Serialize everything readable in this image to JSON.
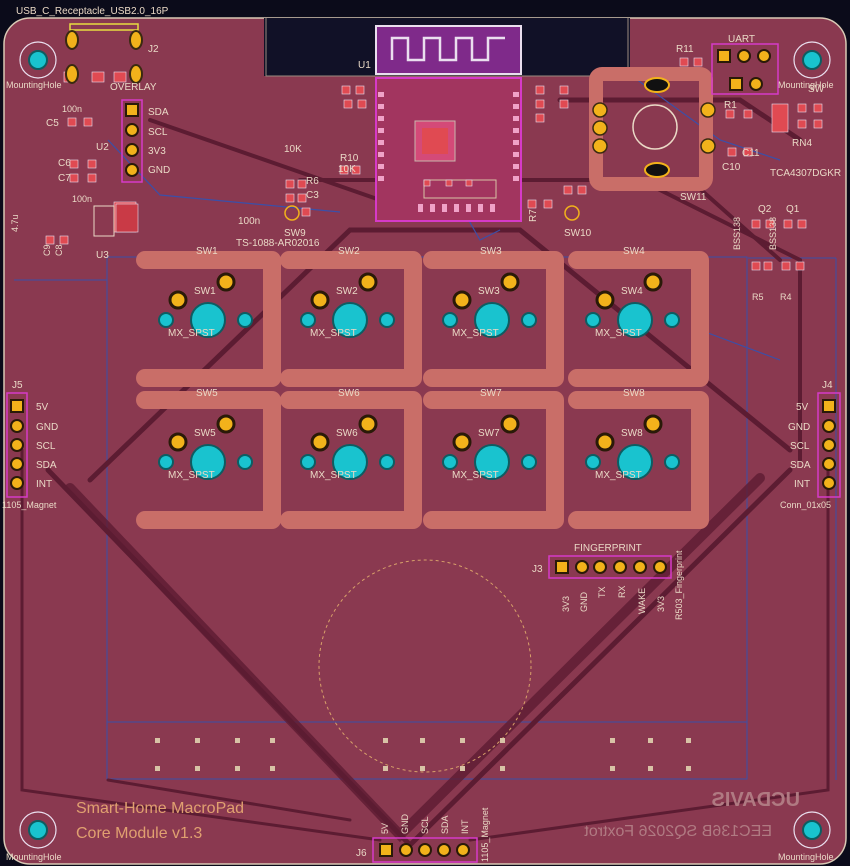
{
  "board": {
    "title_line1": "Smart-Home MacroPad",
    "title_line2": "Core Module v1.3",
    "logo_text": "UCDAVIS",
    "course_text": "EEC136B SQ2026 Foxtrot"
  },
  "top": {
    "usb_label": "USB_C_Receptacle_USB2.0_16P",
    "j2_ref": "J2",
    "u1_ref": "U1",
    "uart_label": "UART",
    "sw_top_right_ref": "SW",
    "overlay_label": "OVERLAY"
  },
  "mounting_hole": "MountingHole",
  "connectors": {
    "i2c_pins": [
      "SDA",
      "SCL",
      "3V3",
      "GND"
    ],
    "j5": {
      "ref": "J5",
      "pins": [
        "5V",
        "GND",
        "SCL",
        "SDA",
        "INT"
      ],
      "footprint": "1105_Magnet"
    },
    "j4": {
      "ref": "J4",
      "pins": [
        "5V",
        "GND",
        "SCL",
        "SDA",
        "INT"
      ],
      "footprint": "Conn_01x05"
    },
    "j3": {
      "ref": "J3",
      "title": "FINGERPRINT",
      "pins": [
        "3V3",
        "GND",
        "TX",
        "RX",
        "WAKE",
        "3V3"
      ],
      "footprint": "R503_Fingerprint"
    },
    "j6": {
      "ref": "J6",
      "pins": [
        "5V",
        "GND",
        "SCL",
        "SDA",
        "INT"
      ],
      "footprint": "1105_Magnet"
    }
  },
  "switches": [
    {
      "ref": "SW1",
      "fp": "MX_SPST"
    },
    {
      "ref": "SW2",
      "fp": "MX_SPST"
    },
    {
      "ref": "SW3",
      "fp": "MX_SPST"
    },
    {
      "ref": "SW4",
      "fp": "MX_SPST"
    },
    {
      "ref": "SW5",
      "fp": "MX_SPST"
    },
    {
      "ref": "SW6",
      "fp": "MX_SPST"
    },
    {
      "ref": "SW7",
      "fp": "MX_SPST"
    },
    {
      "ref": "SW8",
      "fp": "MX_SPST"
    }
  ],
  "components": {
    "u2": "U2",
    "u3": "U3",
    "c5": "C5",
    "c6": "C6",
    "c7": "C7",
    "c8": "C8",
    "c9": "C9",
    "cap_100n": "100n",
    "r10": "R10",
    "r6": "R6",
    "c3": "C3",
    "res_10k": "10K",
    "sw9": "SW9",
    "sw9_fp": "TS-1088-AR02016",
    "sw10": "SW10",
    "sw11": "SW11",
    "r7": "R7",
    "r11": "R11",
    "r1": "R1",
    "rn4": "RN4",
    "c10": "C10",
    "c11": "C11",
    "q1": "Q1",
    "q2": "Q2",
    "bss": "BSS138",
    "tca": "TCA4307DGKR",
    "r4": "R4",
    "r5": "R5",
    "val_4u7": "4.7u"
  },
  "colors": {
    "board": "#8a3950",
    "copper_track": "#5c1c32",
    "mask_pad": "#c96e68",
    "pad_gold": "#f2b21b",
    "pth_cyan": "#19c3cf",
    "silk": "#ead9c6",
    "courtyard": "#d63ac8",
    "fab_blue": "#3b4fa8"
  }
}
